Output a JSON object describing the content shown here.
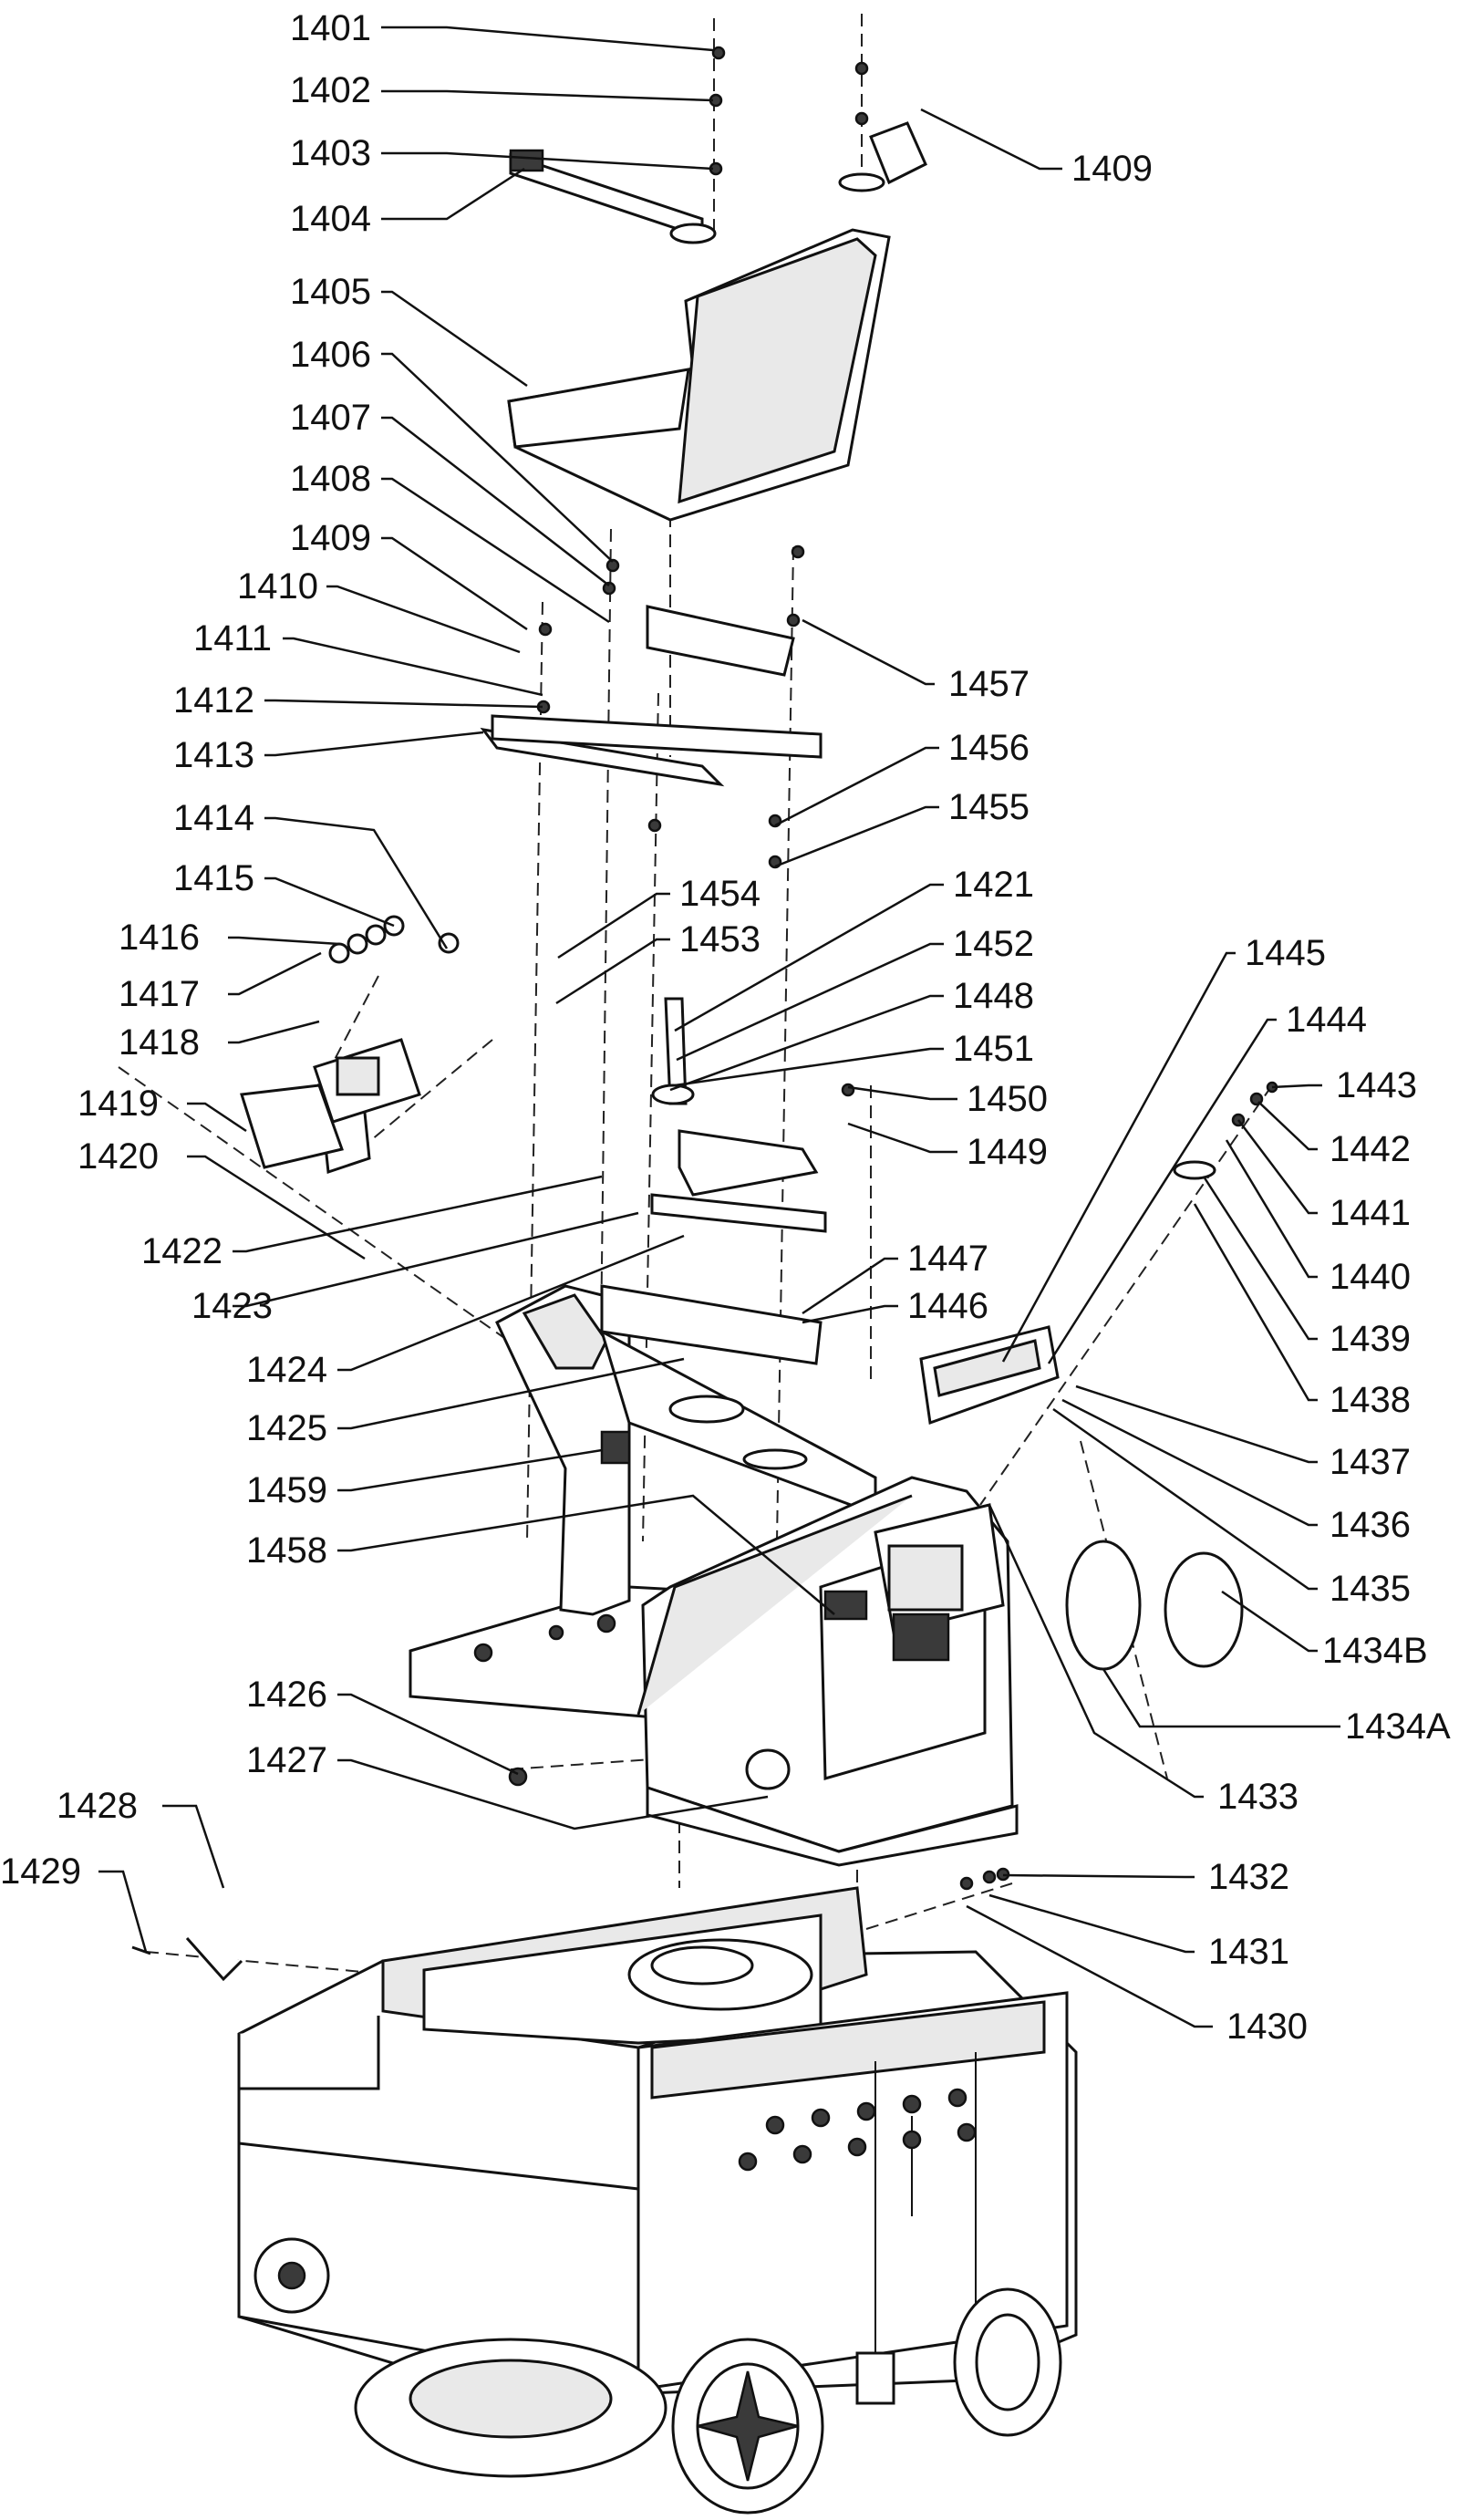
{
  "figure": {
    "type": "exploded-parts-diagram",
    "callouts": [
      {
        "id": "1401"
      },
      {
        "id": "1402"
      },
      {
        "id": "1403"
      },
      {
        "id": "1404"
      },
      {
        "id": "1405"
      },
      {
        "id": "1406"
      },
      {
        "id": "1407"
      },
      {
        "id": "1408"
      },
      {
        "id": "1409"
      },
      {
        "id": "1410"
      },
      {
        "id": "1411"
      },
      {
        "id": "1412"
      },
      {
        "id": "1413"
      },
      {
        "id": "1414"
      },
      {
        "id": "1415"
      },
      {
        "id": "1416"
      },
      {
        "id": "1417"
      },
      {
        "id": "1418"
      },
      {
        "id": "1419"
      },
      {
        "id": "1420"
      },
      {
        "id": "1422"
      },
      {
        "id": "1423"
      },
      {
        "id": "1424"
      },
      {
        "id": "1425"
      },
      {
        "id": "1459"
      },
      {
        "id": "1458"
      },
      {
        "id": "1426"
      },
      {
        "id": "1427"
      },
      {
        "id": "1428"
      },
      {
        "id": "1429"
      },
      {
        "id": "1409"
      },
      {
        "id": "1457"
      },
      {
        "id": "1456"
      },
      {
        "id": "1455"
      },
      {
        "id": "1454"
      },
      {
        "id": "1453"
      },
      {
        "id": "1421"
      },
      {
        "id": "1452"
      },
      {
        "id": "1448"
      },
      {
        "id": "1451"
      },
      {
        "id": "1450"
      },
      {
        "id": "1449"
      },
      {
        "id": "1447"
      },
      {
        "id": "1446"
      },
      {
        "id": "1445"
      },
      {
        "id": "1444"
      },
      {
        "id": "1443"
      },
      {
        "id": "1442"
      },
      {
        "id": "1441"
      },
      {
        "id": "1440"
      },
      {
        "id": "1439"
      },
      {
        "id": "1438"
      },
      {
        "id": "1437"
      },
      {
        "id": "1436"
      },
      {
        "id": "1435"
      },
      {
        "id": "1434B"
      },
      {
        "id": "1434A"
      },
      {
        "id": "1433"
      },
      {
        "id": "1432"
      },
      {
        "id": "1431"
      },
      {
        "id": "1430"
      }
    ]
  }
}
